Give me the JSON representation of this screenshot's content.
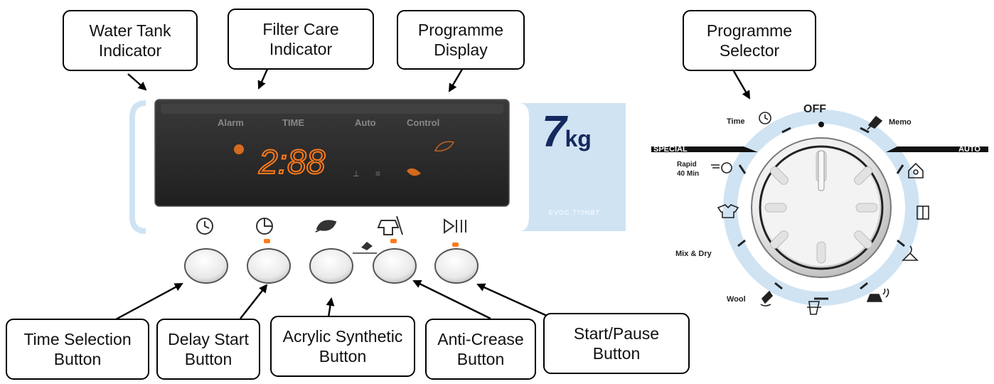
{
  "callouts": {
    "water_tank": {
      "line1": "Water Tank",
      "line2": "Indicator"
    },
    "filter_care": {
      "line1": "Filter Care",
      "line2": "Indicator"
    },
    "programme_display": {
      "line1": "Programme",
      "line2": "Display"
    },
    "programme_selector": {
      "line1": "Programme",
      "line2": "Selector"
    },
    "time_selection": {
      "line1": "Time Selection",
      "line2": "Button"
    },
    "delay_start": {
      "line1": "Delay Start",
      "line2": "Button"
    },
    "acrylic_synthetic": {
      "line1": "Acrylic Synthetic",
      "line2": "Button"
    },
    "anti_crease": {
      "line1": "Anti-Crease",
      "line2": "Button"
    },
    "start_pause": {
      "line1": "Start/Pause",
      "line2": "Button"
    }
  },
  "display": {
    "labels": {
      "alarm": "Alarm",
      "time": "TIME",
      "auto": "Auto",
      "control": "Control"
    },
    "digits": "2:88"
  },
  "capacity": {
    "number": "7",
    "unit": "kg"
  },
  "model": "EVOC 770NBT",
  "dial": {
    "off": "OFF",
    "time": "Time",
    "memo": "Memo",
    "special": "SPECIAL",
    "auto": "AUTO",
    "rapid": "Rapid",
    "rapid_time": "40 Min",
    "mix_dry": "Mix & Dry",
    "wool": "Wool"
  },
  "icons": [
    "clock-icon",
    "delay-clock-icon",
    "leaf-icon",
    "anti-crease-icon",
    "play-pause-icon",
    "pin-icon"
  ],
  "colors": {
    "panel_blue": "#cfe3f3",
    "display_dark": "#2b2b2b",
    "led_orange": "#ff7a1a",
    "brand_navy": "#14295e"
  }
}
